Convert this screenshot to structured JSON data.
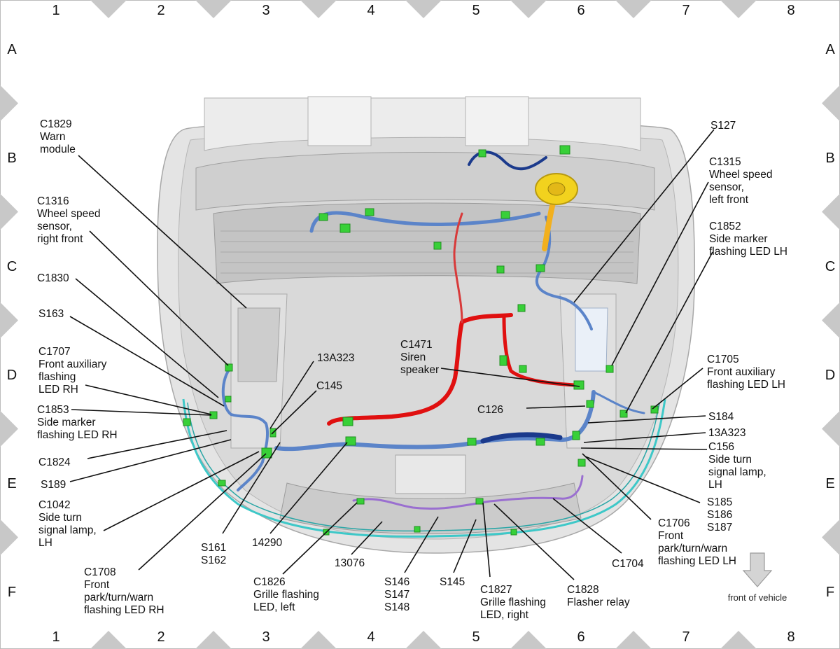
{
  "grid": {
    "columns": [
      "1",
      "2",
      "3",
      "4",
      "5",
      "6",
      "7",
      "8"
    ],
    "rows": [
      "A",
      "B",
      "C",
      "D",
      "E",
      "F"
    ]
  },
  "colors": {
    "harness_blue": "#5b84c9",
    "harness_dark_blue": "#1b3a8c",
    "harness_red": "#e01010",
    "harness_cyan": "#3ec8c8",
    "harness_purple": "#9a6fd0",
    "connector_green": "#38d038",
    "speaker_yellow": "#f2d21e",
    "body_gray": "#d2d2d2"
  },
  "callouts": {
    "c1829": [
      "C1829",
      "Warn",
      "module"
    ],
    "c1316": [
      "C1316",
      "Wheel speed",
      "sensor,",
      "right front"
    ],
    "c1830": [
      "C1830"
    ],
    "s163": [
      "S163"
    ],
    "c1707": [
      "C1707",
      "Front auxiliary",
      "flashing",
      "LED RH"
    ],
    "c1853": [
      "C1853",
      "Side marker",
      "flashing LED RH"
    ],
    "c1824": [
      "C1824"
    ],
    "s189": [
      "S189"
    ],
    "c1042": [
      "C1042",
      "Side turn",
      "signal lamp,",
      "LH"
    ],
    "c1708": [
      "C1708",
      "Front",
      "park/turn/warn",
      "flashing LED RH"
    ],
    "s161": [
      "S161",
      "S162"
    ],
    "n14290": [
      "14290"
    ],
    "c1826": [
      "C1826",
      "Grille flashing",
      "LED, left"
    ],
    "n13076": [
      "13076"
    ],
    "s146": [
      "S146",
      "S147",
      "S148"
    ],
    "s145": [
      "S145"
    ],
    "c1827": [
      "C1827",
      "Grille flashing",
      "LED, right"
    ],
    "c1828": [
      "C1828",
      "Flasher relay"
    ],
    "c1704": [
      "C1704"
    ],
    "c1706": [
      "C1706",
      "Front",
      "park/turn/warn",
      "flashing LED LH"
    ],
    "s185": [
      "S185",
      "S186",
      "S187"
    ],
    "c156": [
      "C156",
      "Side turn",
      "signal lamp,",
      "LH"
    ],
    "n13a323_right": [
      "13A323"
    ],
    "s184": [
      "S184"
    ],
    "c1705": [
      "C1705",
      "Front auxiliary",
      "flashing LED LH"
    ],
    "c126": [
      "C126"
    ],
    "c1471": [
      "C1471",
      "Siren",
      "speaker"
    ],
    "n13a323_left": [
      "13A323"
    ],
    "c145": [
      "C145"
    ],
    "s127": [
      "S127"
    ],
    "c1315": [
      "C1315",
      "Wheel speed",
      "sensor,",
      "left front"
    ],
    "c1852": [
      "C1852",
      "Side marker",
      "flashing LED LH"
    ]
  },
  "front_label": "front of vehicle"
}
